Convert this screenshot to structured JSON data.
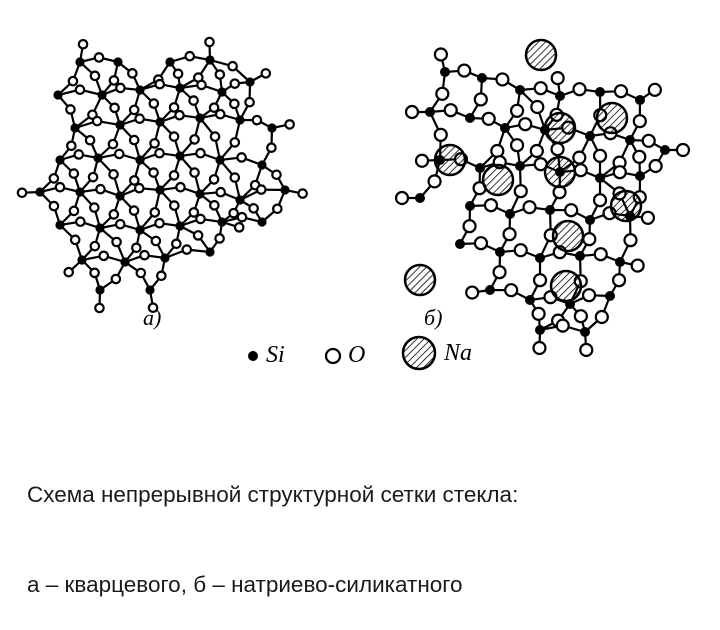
{
  "panels": {
    "a_label": "а)",
    "b_label": "б)"
  },
  "legend": {
    "si": "Si",
    "o": "O",
    "na": "Na"
  },
  "caption": {
    "line1": "Схема непрерывной структурной сетки стекла:",
    "line2": "а – кварцевого, б – натриево-силикатного"
  },
  "colors": {
    "ink": "#000000",
    "background": "#ffffff",
    "caption_text": "#1a1a1a"
  }
}
